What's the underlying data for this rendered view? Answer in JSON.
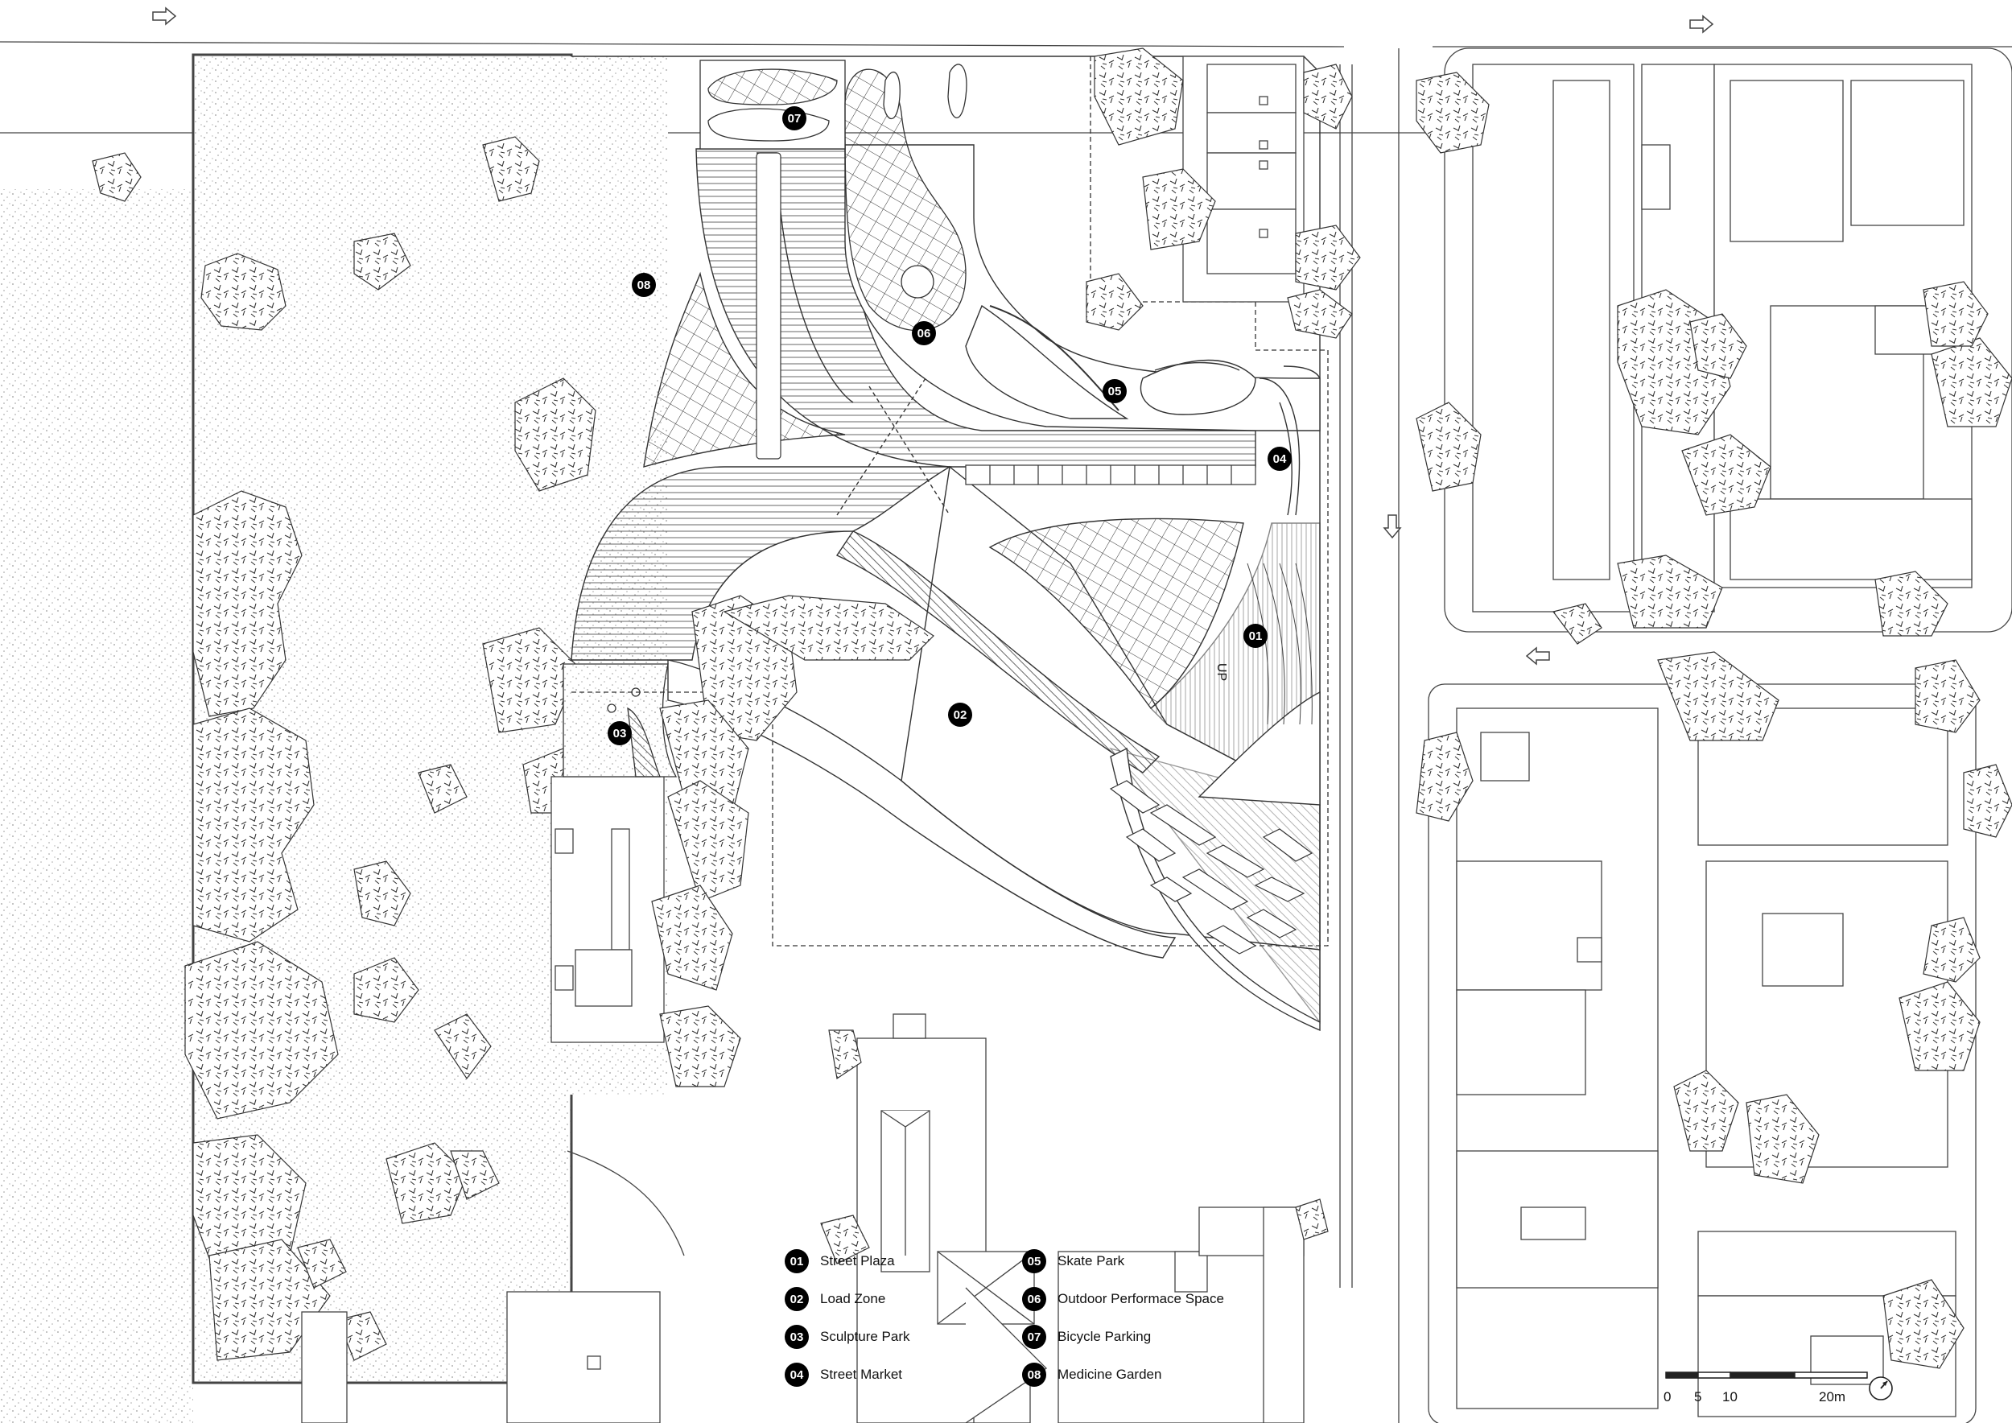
{
  "legend": {
    "items": [
      {
        "num": "01",
        "label": "Street Plaza"
      },
      {
        "num": "02",
        "label": "Load Zone"
      },
      {
        "num": "03",
        "label": "Sculpture Park"
      },
      {
        "num": "04",
        "label": "Street Market"
      },
      {
        "num": "05",
        "label": "Skate Park"
      },
      {
        "num": "06",
        "label": "Outdoor Performace Space"
      },
      {
        "num": "07",
        "label": "Bicycle Parking"
      },
      {
        "num": "08",
        "label": "Medicine Garden"
      }
    ]
  },
  "map_markers": [
    "01",
    "02",
    "03",
    "04",
    "05",
    "06",
    "07",
    "08"
  ],
  "annotations": {
    "stair_label": "UP"
  },
  "scale": {
    "ticks": [
      "0",
      "5",
      "10",
      "20m"
    ]
  },
  "colors": {
    "ink": "#222222",
    "hatch": "#555555",
    "badge": "#000000",
    "paper": "#ffffff"
  }
}
